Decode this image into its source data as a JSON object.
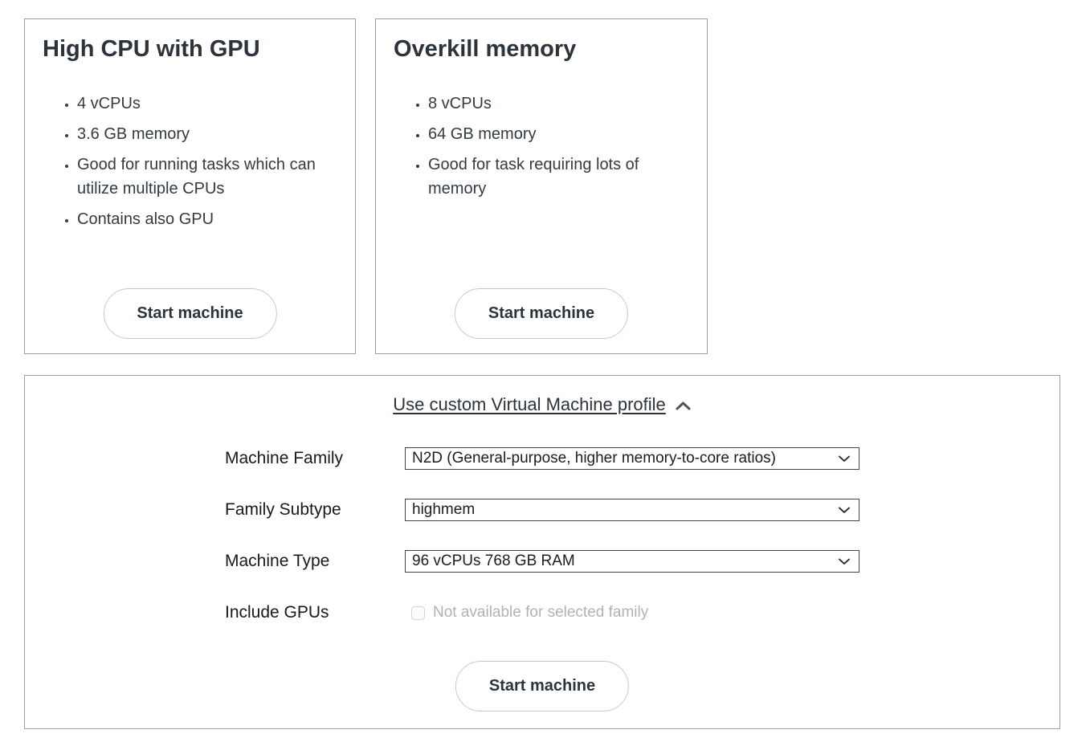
{
  "cards": [
    {
      "title": "High CPU with GPU",
      "bullets": [
        "4 vCPUs",
        "3.6 GB memory",
        "Good for running tasks which can utilize multiple CPUs",
        "Contains also GPU"
      ],
      "button_label": "Start machine"
    },
    {
      "title": "Overkill memory",
      "bullets": [
        "8 vCPUs",
        "64 GB memory",
        "Good for task requiring lots of memory"
      ],
      "button_label": "Start machine"
    }
  ],
  "custom_profile": {
    "toggle_label": "Use custom Virtual Machine profile",
    "toggle_icon": "chevron-up-icon",
    "fields": [
      {
        "label": "Machine Family",
        "type": "select",
        "value": "N2D (General-purpose, higher memory-to-core ratios)",
        "icon": "chevron-down-icon"
      },
      {
        "label": "Family Subtype",
        "type": "select",
        "value": "highmem",
        "icon": "chevron-down-icon"
      },
      {
        "label": "Machine Type",
        "type": "select",
        "value": "96 vCPUs 768 GB RAM",
        "icon": "chevron-down-icon"
      },
      {
        "label": "Include GPUs",
        "type": "checkbox",
        "checked": false,
        "disabled": true,
        "text": "Not available for selected family"
      }
    ],
    "button_label": "Start machine"
  },
  "colors": {
    "panel_border": "#9e9e9e",
    "button_border": "#c9c9c9",
    "heading_text": "#2d333b",
    "body_text": "#333a42",
    "select_border": "#454545",
    "disabled_text": "#b2b2b2",
    "chevron_gray": "#555555"
  }
}
